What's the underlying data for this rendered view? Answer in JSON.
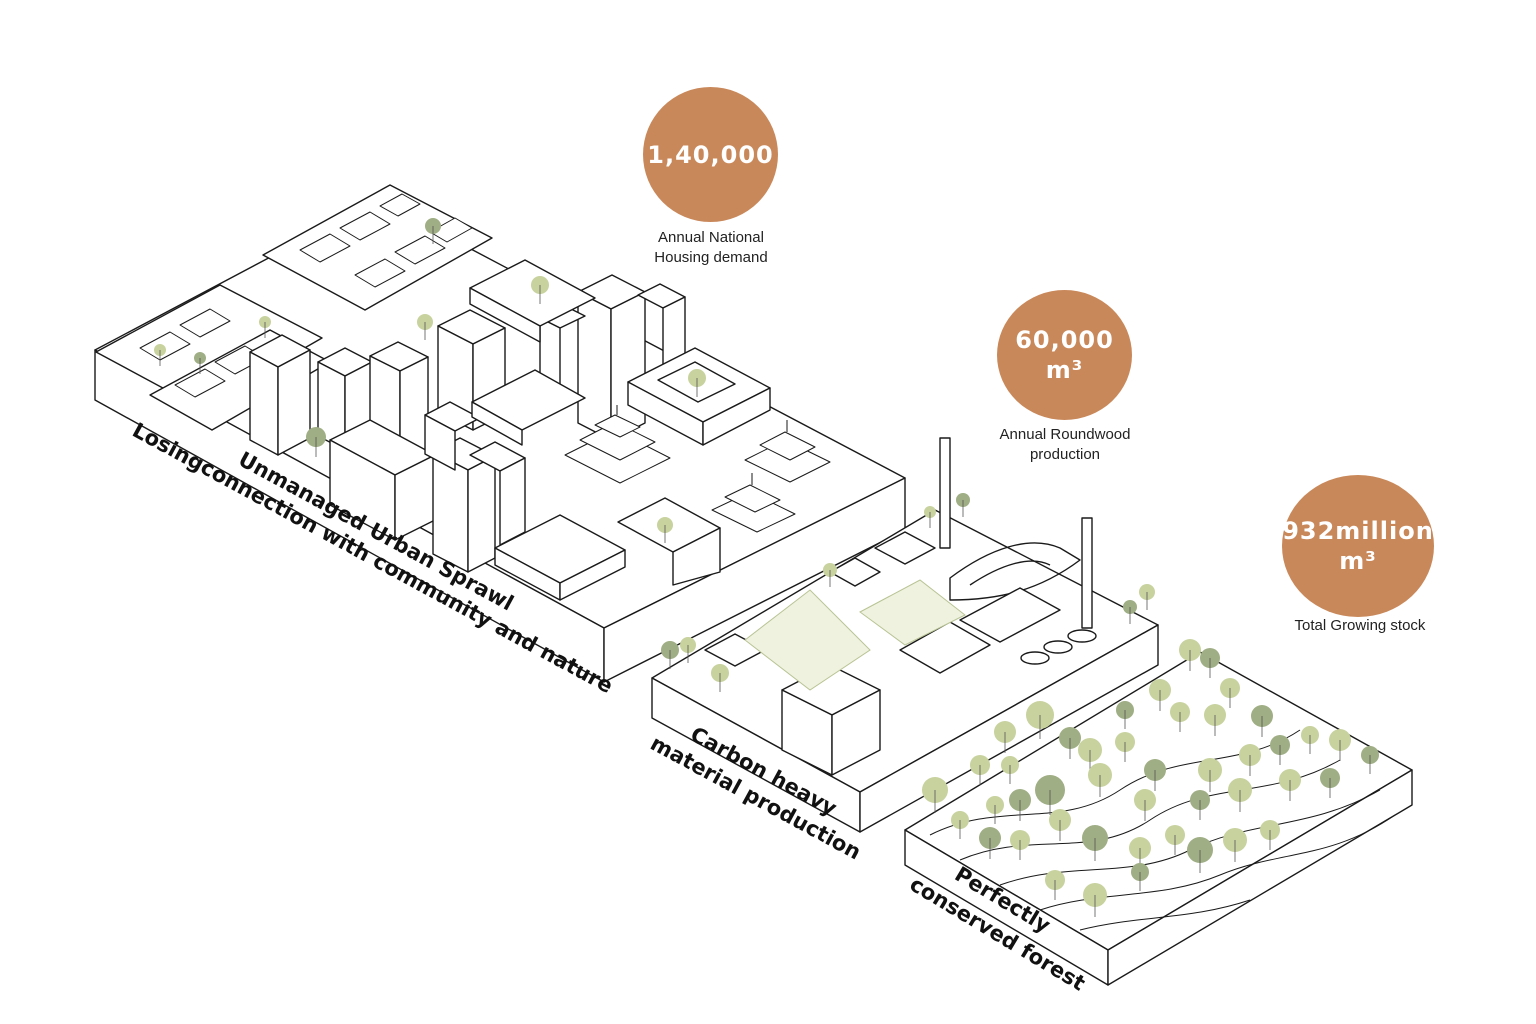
{
  "stats": [
    {
      "value": "1,40,000",
      "unit": "",
      "label_line1": "Annual National",
      "label_line2": "Housing demand"
    },
    {
      "value": "60,000",
      "unit": "m³",
      "label_line1": "Annual Roundwood",
      "label_line2": "production"
    },
    {
      "value": "932million",
      "unit": "m³",
      "label_line1": "Total Growing stock",
      "label_line2": ""
    }
  ],
  "zones": {
    "urban": {
      "line1": "Unmanaged Urban Sprawl",
      "line2": "Losingconnection with community and nature"
    },
    "industry": {
      "line1": "Carbon heavy",
      "line2": "material production"
    },
    "forest": {
      "line1": "Perfectly",
      "line2": "conserved forest"
    }
  },
  "colors": {
    "circle": "#c9885a",
    "tree_light": "#c7d29e",
    "tree_dark": "#9fae84",
    "line": "#1a1a1a"
  }
}
